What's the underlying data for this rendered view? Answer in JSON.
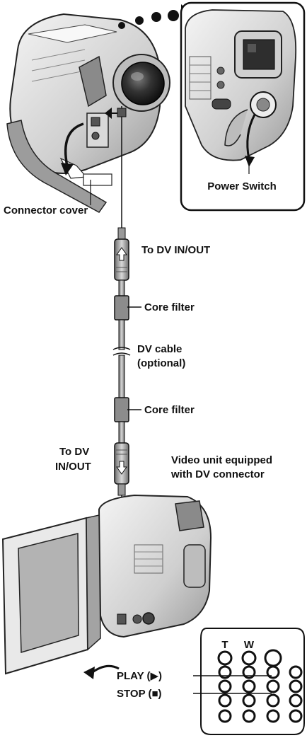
{
  "labels": {
    "connector_cover": "Connector cover",
    "power_switch": "Power Switch",
    "to_dv_in_out_top": "To DV IN/OUT",
    "core_filter_top": "Core filter",
    "dv_cable_line1": "DV cable",
    "dv_cable_line2": "(optional)",
    "core_filter_bottom": "Core filter",
    "to_dv_bottom_line1": "To DV",
    "to_dv_bottom_line2": "IN/OUT",
    "video_unit_line1": "Video unit equipped",
    "video_unit_line2": "with DV connector",
    "play": "PLAY (▶)",
    "stop": "STOP (■)"
  },
  "remote": {
    "zoom_t": "T",
    "zoom_w": "W"
  },
  "colors": {
    "line": "#111111",
    "body_light": "#e4e4e4",
    "body_mid": "#bdbdbd",
    "body_dark": "#7a7a7a",
    "lens": "#2a2a2a",
    "cable": "#9a9a9a",
    "core": "#8c8c8c"
  }
}
